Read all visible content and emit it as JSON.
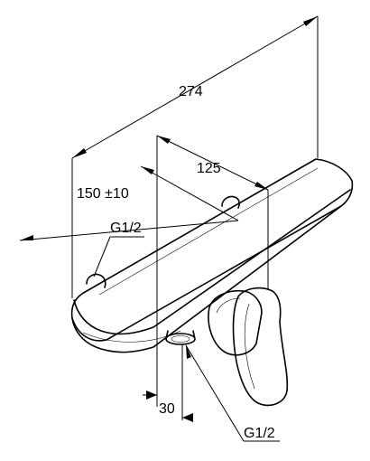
{
  "dimensions": {
    "overall_length": "274",
    "spacing": "125",
    "wall_distance": "150 ±10",
    "outlet_offset": "30"
  },
  "threads": {
    "inlet": "G1/2",
    "outlet": "G1/2"
  }
}
